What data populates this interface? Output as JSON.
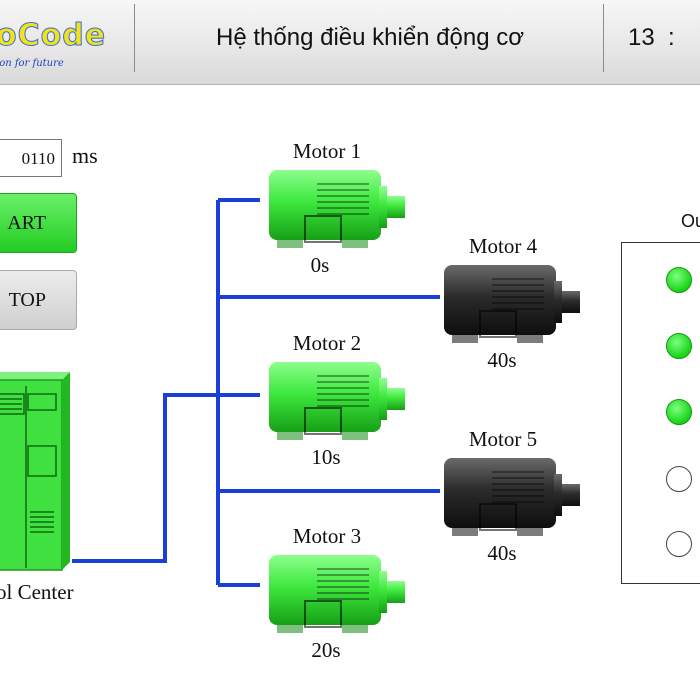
{
  "header": {
    "logo_text": "oCode",
    "logo_tagline": "ion for future",
    "title": "Hệ thống điều khiển động cơ",
    "clock": "13  :"
  },
  "controls": {
    "interval_value": "0110",
    "interval_unit": "ms",
    "start_label": "ART",
    "stop_label": "TOP"
  },
  "control_center": {
    "label": "ol Center"
  },
  "motors": [
    {
      "name": "Motor 1",
      "time": "0s",
      "state": "running"
    },
    {
      "name": "Motor 2",
      "time": "10s",
      "state": "running"
    },
    {
      "name": "Motor 3",
      "time": "20s",
      "state": "running"
    },
    {
      "name": "Motor 4",
      "time": "40s",
      "state": "stopped"
    },
    {
      "name": "Motor 5",
      "time": "40s",
      "state": "stopped"
    }
  ],
  "outputs": {
    "title": "Ou",
    "states": [
      true,
      true,
      true,
      false,
      false
    ]
  },
  "colors": {
    "running": "#33e633",
    "stopped": "#2a2a2a",
    "wire": "#1a3fd6",
    "start_button": "#33dd33"
  }
}
